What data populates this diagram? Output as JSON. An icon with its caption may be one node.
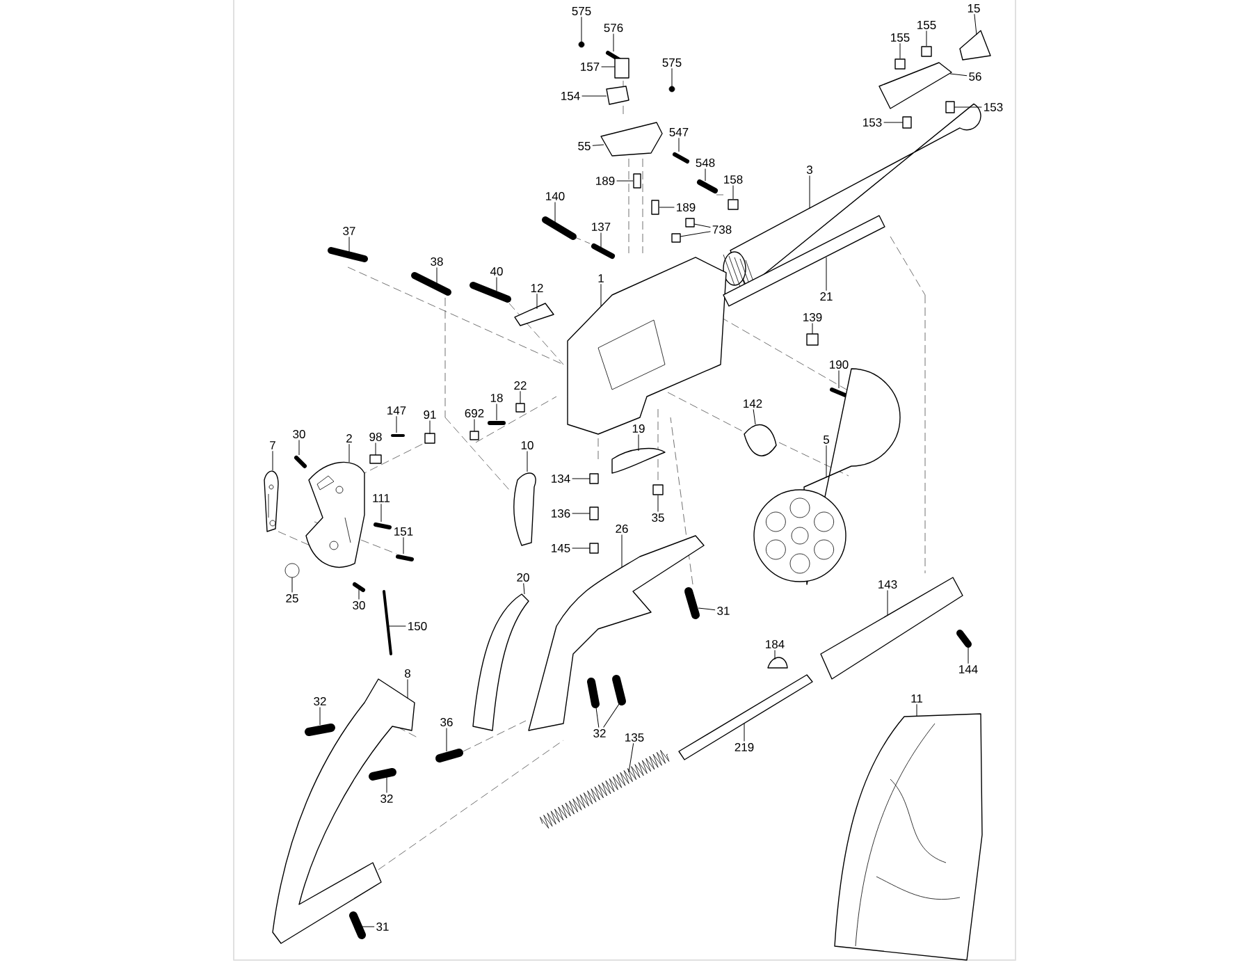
{
  "diagram": {
    "nodes": [
      {
        "text": [
          "575"
        ]
      },
      {
        "text": [
          "576"
        ]
      },
      {
        "text": [
          "157"
        ]
      },
      {
        "text": [
          "575"
        ]
      },
      {
        "text": [
          "154"
        ]
      },
      {
        "text": [
          "55"
        ]
      },
      {
        "text": [
          "547"
        ]
      },
      {
        "text": [
          "548"
        ]
      },
      {
        "text": [
          "189"
        ]
      },
      {
        "text": [
          "189"
        ]
      },
      {
        "text": [
          "158"
        ]
      },
      {
        "text": [
          "140"
        ]
      },
      {
        "text": [
          "137"
        ]
      },
      {
        "text": [
          "738"
        ]
      },
      {
        "text": [
          "3"
        ]
      },
      {
        "text": [
          "15"
        ]
      },
      {
        "text": [
          "155"
        ]
      },
      {
        "text": [
          "155"
        ]
      },
      {
        "text": [
          "56"
        ]
      },
      {
        "text": [
          "153"
        ]
      },
      {
        "text": [
          "153"
        ]
      },
      {
        "text": [
          "37"
        ]
      },
      {
        "text": [
          "38"
        ]
      },
      {
        "text": [
          "40"
        ]
      },
      {
        "text": [
          "12"
        ]
      },
      {
        "text": [
          "1"
        ]
      },
      {
        "text": [
          "21"
        ]
      },
      {
        "text": [
          "139"
        ]
      },
      {
        "text": [
          "190"
        ]
      },
      {
        "text": [
          "142"
        ]
      },
      {
        "text": [
          "5"
        ]
      },
      {
        "text": [
          "22"
        ]
      },
      {
        "text": [
          "18"
        ]
      },
      {
        "text": [
          "692"
        ]
      },
      {
        "text": [
          "147"
        ]
      },
      {
        "text": [
          "91"
        ]
      },
      {
        "text": [
          "30"
        ]
      },
      {
        "text": [
          "98"
        ]
      },
      {
        "text": [
          "2"
        ]
      },
      {
        "text": [
          "7"
        ]
      },
      {
        "text": [
          "10"
        ]
      },
      {
        "text": [
          "19"
        ]
      },
      {
        "text": [
          "134"
        ]
      },
      {
        "text": [
          "136"
        ]
      },
      {
        "text": [
          "145"
        ]
      },
      {
        "text": [
          "35"
        ]
      },
      {
        "text": [
          "111"
        ]
      },
      {
        "text": [
          "151"
        ]
      },
      {
        "text": [
          "26"
        ]
      },
      {
        "text": [
          "25"
        ]
      },
      {
        "text": [
          "30"
        ]
      },
      {
        "text": [
          "20"
        ]
      },
      {
        "text": [
          "31"
        ]
      },
      {
        "text": [
          "150"
        ]
      },
      {
        "text": [
          "143"
        ]
      },
      {
        "text": [
          "144"
        ]
      },
      {
        "text": [
          "184"
        ]
      },
      {
        "text": [
          "8"
        ]
      },
      {
        "text": [
          "32"
        ]
      },
      {
        "text": [
          "36"
        ]
      },
      {
        "text": [
          "32"
        ]
      },
      {
        "text": [
          "219"
        ]
      },
      {
        "text": [
          "11"
        ]
      },
      {
        "text": [
          "32"
        ]
      },
      {
        "text": [
          "135"
        ]
      },
      {
        "text": [
          "31"
        ]
      },
      {
        "text": [],
        "shape": "circle"
      },
      {
        "text": [],
        "shape": "bar"
      },
      {
        "text": [],
        "shape": "box"
      },
      {
        "text": [],
        "shape": "circle"
      },
      {
        "text": [],
        "shape": "picture"
      },
      {
        "text": [],
        "shape": "picture"
      },
      {
        "text": [],
        "shape": "bar"
      },
      {
        "text": [],
        "shape": "bar"
      },
      {
        "text": [],
        "shape": "box"
      },
      {
        "text": [],
        "shape": "box"
      },
      {
        "text": [],
        "shape": "box"
      },
      {
        "text": [],
        "shape": "bar"
      },
      {
        "text": [],
        "shape": "bar"
      },
      {
        "text": [],
        "shape": "box"
      },
      {
        "text": [],
        "shape": "box"
      },
      {
        "text": [],
        "shape": "picture"
      },
      {
        "text": [],
        "shape": "picture"
      },
      {
        "text": [],
        "shape": "box"
      },
      {
        "text": [],
        "shape": "box"
      },
      {
        "text": [],
        "shape": "picture"
      },
      {
        "text": [],
        "shape": "box"
      },
      {
        "text": [],
        "shape": "box"
      },
      {
        "text": [],
        "shape": "bar"
      },
      {
        "text": [],
        "shape": "bar"
      },
      {
        "text": [],
        "shape": "bar"
      },
      {
        "text": [],
        "shape": "picture"
      },
      {
        "text": [],
        "shape": "picture"
      },
      {
        "text": [],
        "shape": "picture"
      },
      {
        "text": [],
        "shape": "box"
      },
      {
        "text": [],
        "shape": "bar"
      },
      {
        "text": [],
        "shape": "picture"
      },
      {
        "text": [],
        "shape": "picture"
      },
      {
        "text": [],
        "shape": "box"
      },
      {
        "text": [],
        "shape": "bar"
      },
      {
        "text": [],
        "shape": "box"
      },
      {
        "text": [],
        "shape": "bar"
      },
      {
        "text": [],
        "shape": "box"
      },
      {
        "text": [],
        "shape": "bar"
      },
      {
        "text": [],
        "shape": "box"
      },
      {
        "text": [],
        "shape": "picture"
      },
      {
        "text": [],
        "shape": "picture"
      },
      {
        "text": [],
        "shape": "picture"
      },
      {
        "text": [],
        "shape": "picture"
      },
      {
        "text": [],
        "shape": "box"
      },
      {
        "text": [],
        "shape": "box"
      },
      {
        "text": [],
        "shape": "box"
      },
      {
        "text": [],
        "shape": "box"
      },
      {
        "text": [],
        "shape": "bar"
      },
      {
        "text": [],
        "shape": "bar"
      },
      {
        "text": [],
        "shape": "picture"
      },
      {
        "text": [],
        "shape": "circle"
      },
      {
        "text": [],
        "shape": "bar"
      },
      {
        "text": [],
        "shape": "picture"
      },
      {
        "text": [],
        "shape": "bar"
      },
      {
        "text": [],
        "shape": "bar"
      },
      {
        "text": [],
        "shape": "picture"
      },
      {
        "text": [],
        "shape": "bar"
      },
      {
        "text": [],
        "shape": "picture"
      },
      {
        "text": [],
        "shape": "picture"
      },
      {
        "text": [],
        "shape": "bar"
      },
      {
        "text": [],
        "shape": "bar"
      },
      {
        "text": [],
        "shape": "bar"
      },
      {
        "text": [],
        "shape": "bar"
      },
      {
        "text": [],
        "shape": "picture"
      },
      {
        "text": [],
        "shape": "picture"
      },
      {
        "text": [],
        "shape": "bar"
      },
      {
        "text": [],
        "shape": "picture"
      },
      {
        "text": [],
        "shape": "bar"
      }
    ],
    "edges": [
      {
        "from": 0,
        "to": 66,
        "arrow": "none"
      },
      {
        "from": 1,
        "to": 67,
        "arrow": "none"
      },
      {
        "from": 2,
        "to": 68,
        "arrow": "none"
      },
      {
        "from": 3,
        "to": 69,
        "arrow": "none"
      },
      {
        "from": 4,
        "to": 70,
        "arrow": "none"
      },
      {
        "from": 5,
        "to": 71,
        "arrow": "none"
      },
      {
        "from": 6,
        "to": 72,
        "arrow": "none"
      },
      {
        "from": 7,
        "to": 73,
        "arrow": "none"
      },
      {
        "from": 8,
        "to": 74,
        "arrow": "none"
      },
      {
        "from": 9,
        "to": 75,
        "arrow": "none"
      },
      {
        "from": 10,
        "to": 76,
        "arrow": "none"
      },
      {
        "from": 11,
        "to": 77,
        "arrow": "none"
      },
      {
        "from": 12,
        "to": 78,
        "arrow": "none"
      },
      {
        "from": 13,
        "to": 79,
        "arrow": "none"
      },
      {
        "from": 13,
        "to": 80,
        "arrow": "none"
      },
      {
        "from": 14,
        "to": 81,
        "arrow": "none"
      },
      {
        "from": 15,
        "to": 82,
        "arrow": "none"
      },
      {
        "from": 16,
        "to": 83,
        "arrow": "none"
      },
      {
        "from": 17,
        "to": 84,
        "arrow": "none"
      },
      {
        "from": 18,
        "to": 85,
        "arrow": "none"
      },
      {
        "from": 19,
        "to": 86,
        "arrow": "none"
      },
      {
        "from": 20,
        "to": 87,
        "arrow": "none"
      },
      {
        "from": 21,
        "to": 88,
        "arrow": "none"
      },
      {
        "from": 22,
        "to": 89,
        "arrow": "none"
      },
      {
        "from": 23,
        "to": 90,
        "arrow": "none"
      },
      {
        "from": 24,
        "to": 91,
        "arrow": "none"
      },
      {
        "from": 25,
        "to": 92,
        "arrow": "none"
      },
      {
        "from": 26,
        "to": 93,
        "arrow": "none"
      },
      {
        "from": 27,
        "to": 94,
        "arrow": "none"
      },
      {
        "from": 28,
        "to": 95,
        "arrow": "none"
      },
      {
        "from": 29,
        "to": 96,
        "arrow": "none"
      },
      {
        "from": 30,
        "to": 97,
        "arrow": "none"
      },
      {
        "from": 31,
        "to": 98,
        "arrow": "none"
      },
      {
        "from": 32,
        "to": 99,
        "arrow": "none"
      },
      {
        "from": 33,
        "to": 100,
        "arrow": "none"
      },
      {
        "from": 34,
        "to": 101,
        "arrow": "none"
      },
      {
        "from": 35,
        "to": 102,
        "arrow": "none"
      },
      {
        "from": 36,
        "to": 103,
        "arrow": "none"
      },
      {
        "from": 37,
        "to": 104,
        "arrow": "none"
      },
      {
        "from": 38,
        "to": 105,
        "arrow": "none"
      },
      {
        "from": 39,
        "to": 106,
        "arrow": "none"
      },
      {
        "from": 40,
        "to": 107,
        "arrow": "none"
      },
      {
        "from": 41,
        "to": 108,
        "arrow": "none"
      },
      {
        "from": 42,
        "to": 109,
        "arrow": "none"
      },
      {
        "from": 43,
        "to": 110,
        "arrow": "none"
      },
      {
        "from": 44,
        "to": 111,
        "arrow": "none"
      },
      {
        "from": 45,
        "to": 112,
        "arrow": "none"
      },
      {
        "from": 46,
        "to": 113,
        "arrow": "none"
      },
      {
        "from": 47,
        "to": 114,
        "arrow": "none"
      },
      {
        "from": 48,
        "to": 115,
        "arrow": "none"
      },
      {
        "from": 49,
        "to": 116,
        "arrow": "none"
      },
      {
        "from": 50,
        "to": 117,
        "arrow": "none"
      },
      {
        "from": 51,
        "to": 118,
        "arrow": "none"
      },
      {
        "from": 52,
        "to": 119,
        "arrow": "none"
      },
      {
        "from": 53,
        "to": 120,
        "arrow": "none"
      },
      {
        "from": 54,
        "to": 121,
        "arrow": "none"
      },
      {
        "from": 55,
        "to": 122,
        "arrow": "none"
      },
      {
        "from": 56,
        "to": 123,
        "arrow": "none"
      },
      {
        "from": 57,
        "to": 124,
        "arrow": "none"
      },
      {
        "from": 58,
        "to": 125,
        "arrow": "none"
      },
      {
        "from": 59,
        "to": 126,
        "arrow": "none"
      },
      {
        "from": 60,
        "to": 127,
        "arrow": "none"
      },
      {
        "from": 60,
        "to": 128,
        "arrow": "none"
      },
      {
        "from": 61,
        "to": 129,
        "arrow": "none"
      },
      {
        "from": 62,
        "to": 130,
        "arrow": "none"
      },
      {
        "from": 63,
        "to": 131,
        "arrow": "none"
      },
      {
        "from": 64,
        "to": 132,
        "arrow": "none"
      },
      {
        "from": 65,
        "to": 133,
        "arrow": "none"
      }
    ]
  }
}
